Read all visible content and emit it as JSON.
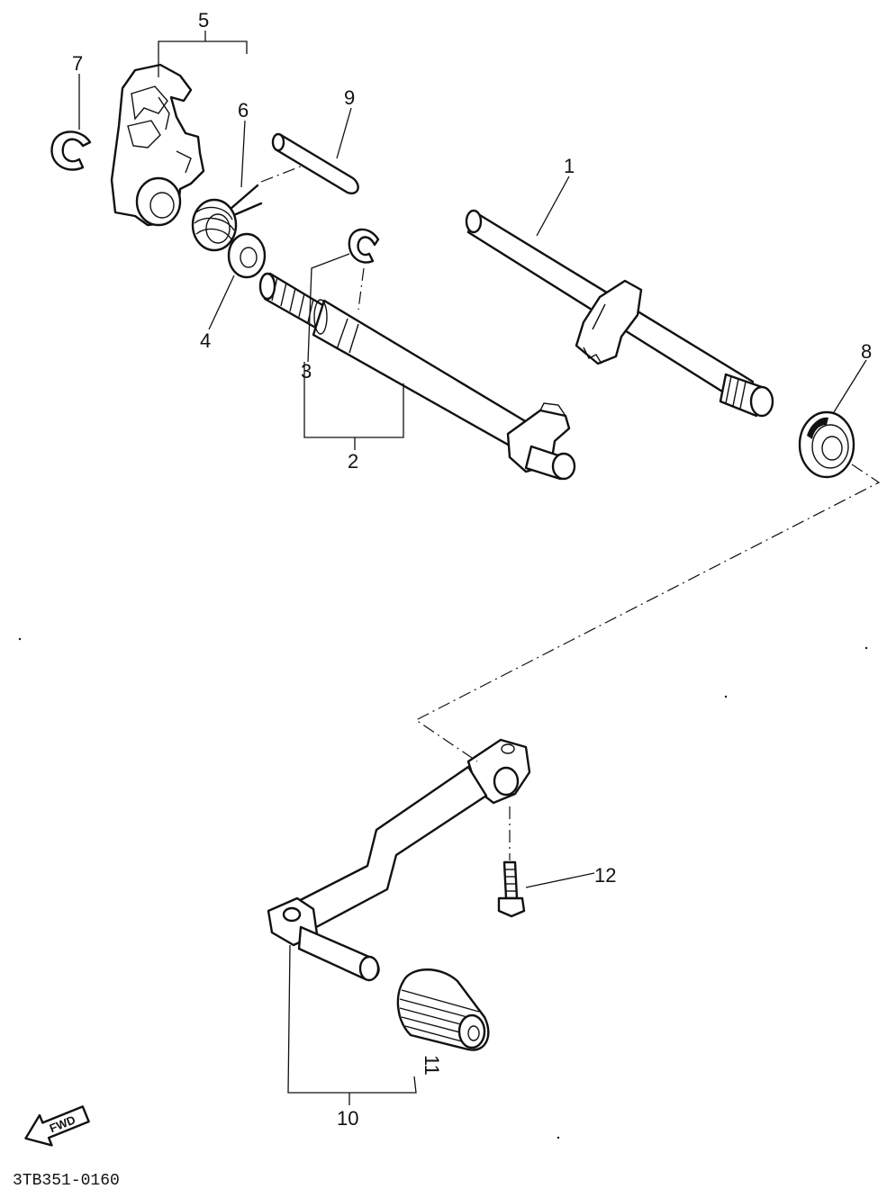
{
  "diagram": {
    "callouts": {
      "c1": "1",
      "c2": "2",
      "c3": "3",
      "c4": "4",
      "c5": "5",
      "c6": "6",
      "c7": "7",
      "c8": "8",
      "c9": "9",
      "c10": "10",
      "c11": "11",
      "c12": "12"
    },
    "direction_label": "FWD",
    "figure_code": "3TB351-0160"
  }
}
